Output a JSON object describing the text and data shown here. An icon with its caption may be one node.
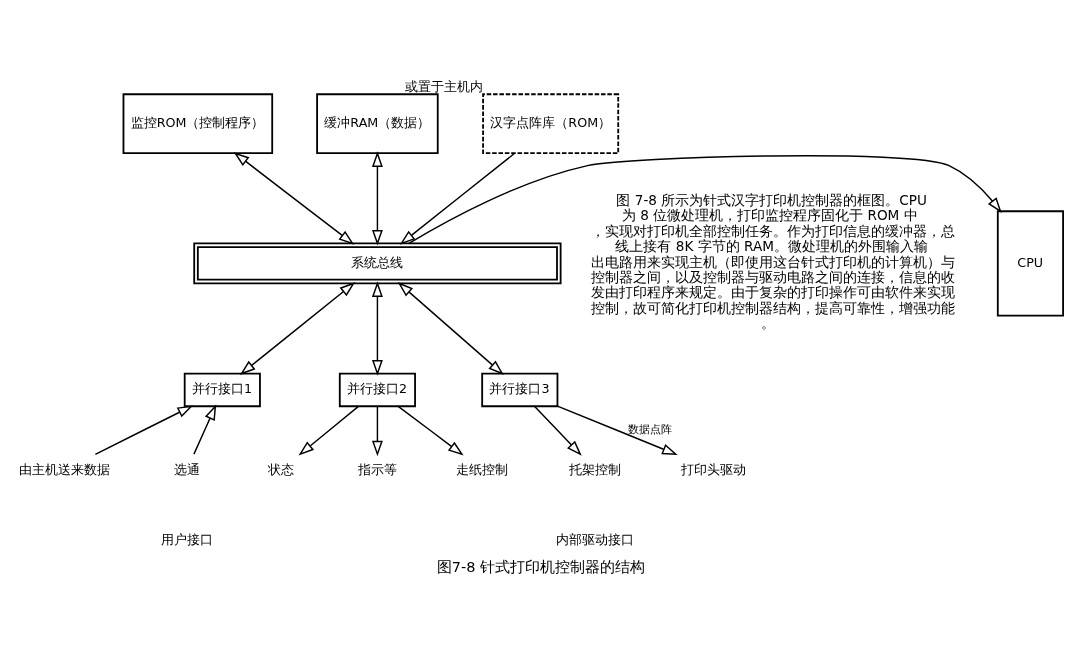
{
  "diagram": {
    "caption": "图7-8 针式打印机控制器的结构",
    "nodes": [
      {
        "text": [
          "监控ROM（控制程序）"
        ]
      },
      {
        "text": [
          "缓冲RAM（数据）"
        ]
      },
      {
        "text": [
          "汉字点阵库（ROM）"
        ],
        "beside": [
          "或置于主机内"
        ]
      },
      {
        "text": [
          "CPU"
        ]
      },
      {
        "text": [
          "系统总线"
        ]
      },
      {
        "text": [
          "并行接口1"
        ]
      },
      {
        "text": [
          "并行接口2"
        ]
      },
      {
        "text": [
          "并行接口3"
        ]
      },
      {
        "text": [
          "由主机送来数据"
        ]
      },
      {
        "text": [
          "选通"
        ]
      },
      {
        "text": [
          "状态"
        ]
      },
      {
        "text": [
          "指示等"
        ]
      },
      {
        "text": [
          "走纸控制"
        ]
      },
      {
        "text": [
          "托架控制"
        ]
      },
      {
        "text": [
          "打印头驱动"
        ]
      }
    ],
    "edges": [
      {
        "from": 0,
        "to": 4,
        "arrow": "both"
      },
      {
        "from": 1,
        "to": 4,
        "arrow": "both"
      },
      {
        "from": 2,
        "to": 4,
        "arrow": "to"
      },
      {
        "from": 4,
        "to": 3,
        "arrow": "to"
      },
      {
        "from": 4,
        "to": 5,
        "arrow": "both"
      },
      {
        "from": 4,
        "to": 6,
        "arrow": "both"
      },
      {
        "from": 4,
        "to": 7,
        "arrow": "both"
      },
      {
        "from": 8,
        "to": 5,
        "arrow": "to"
      },
      {
        "from": 9,
        "to": 5,
        "arrow": "to"
      },
      {
        "from": 6,
        "to": 10,
        "arrow": "to"
      },
      {
        "from": 6,
        "to": 11,
        "arrow": "to"
      },
      {
        "from": 6,
        "to": 12,
        "arrow": "to"
      },
      {
        "from": 7,
        "to": 13,
        "arrow": "to"
      },
      {
        "from": 7,
        "to": 14,
        "arrow": "to",
        "label": "数据点阵"
      }
    ],
    "labels": [
      "图 7-8 所示为针式汉字打印机控制器的框图。CPU 为 8 位微处理机，打印监控程序固化于 ROM 中，实现对打印机全部控制任务。作为打印信息的缓冲器，总线上接有 8K 字节的 RAM。微处理机的外围输入输出电路用来实现主机（即使用这台针式打印机的计算机）与控制器之间，以及控制器与驱动电路之间的连接，信息的收发由打印程序来规定。由于复杂的打印操作可由软件来实现控制，故可简化打印机控制器结构，提高可靠性，增强功能。",
      "用户接口",
      "内部驱动接口"
    ]
  }
}
